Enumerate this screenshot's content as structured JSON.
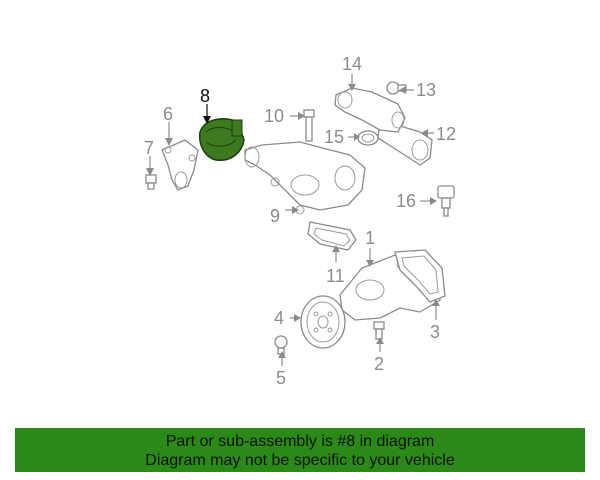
{
  "callouts": {
    "c1": "1",
    "c2": "2",
    "c3": "3",
    "c4": "4",
    "c5": "5",
    "c6": "6",
    "c7": "7",
    "c8": "8",
    "c9": "9",
    "c10": "10",
    "c11": "11",
    "c12": "12",
    "c13": "13",
    "c14": "14",
    "c15": "15",
    "c16": "16"
  },
  "highlight": {
    "part": "8",
    "color": "#3d7a1f"
  },
  "banner": {
    "line1": "Part or sub-assembly is #8 in diagram",
    "line2": "Diagram may not be specific to your vehicle",
    "background": "#2b8a17"
  }
}
